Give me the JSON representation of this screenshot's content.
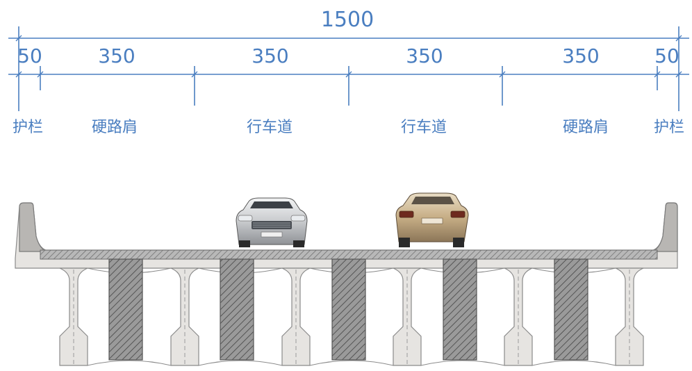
{
  "dimensions": {
    "total": "1500",
    "segments": [
      "50",
      "350",
      "350",
      "350",
      "350",
      "50"
    ]
  },
  "labels": [
    "护栏",
    "硬路肩",
    "行车道",
    "行车道",
    "硬路肩",
    "护栏"
  ],
  "colors": {
    "dimension_line": "#4a7ec0",
    "concrete": "#e6e4e1",
    "concrete_edge": "#8a8a8a",
    "hatch_fill": "#8c8c8c",
    "car_left": "#d4d6d8",
    "car_right": "#c8b08a"
  },
  "icons": [
    "car-silver",
    "car-beige"
  ]
}
